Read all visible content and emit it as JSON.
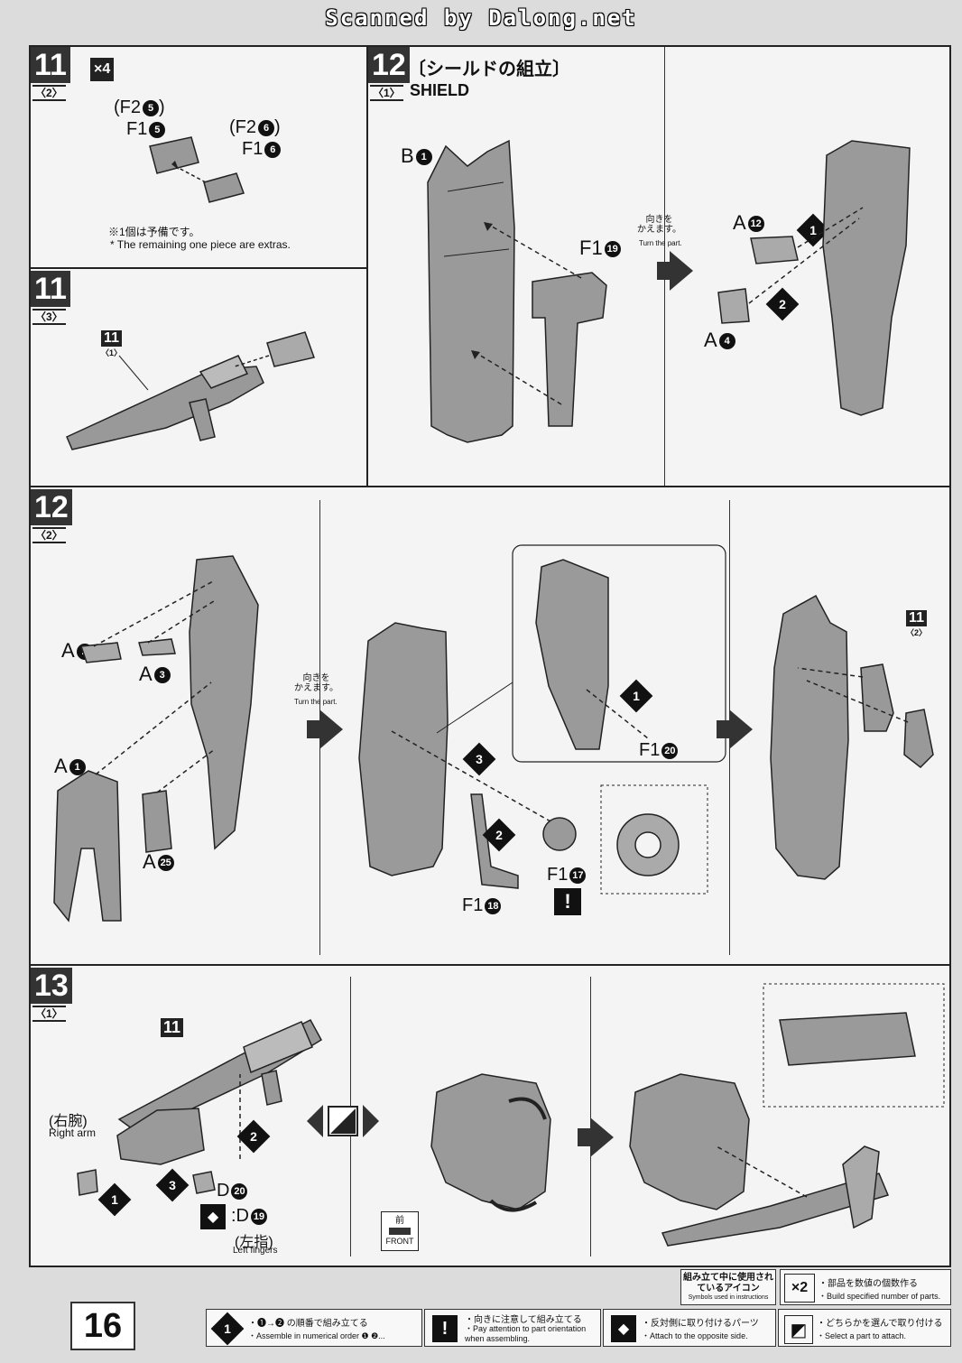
{
  "scanner_watermark": "Scanned by Dalong.net",
  "page_number": "16",
  "panels": {
    "step11_2": {
      "step": "11",
      "sub": "〈2〉",
      "multiplier": "×4",
      "labels": [
        "(F2",
        "F1",
        "(F2",
        "F1"
      ],
      "part_circles": [
        "5",
        "5",
        "6",
        "6"
      ],
      "close_paren": ")",
      "note_jp": "※1個は予備です。",
      "note_en": "* The remaining one piece are extras."
    },
    "step11_3": {
      "step": "11",
      "sub": "〈3〉",
      "ref_step": "11",
      "ref_sub": "〈1〉"
    },
    "step12_1": {
      "step": "12",
      "sub": "〈1〉",
      "title_jp": "〔シールドの組立〕",
      "title_en": "SHIELD",
      "part_b": "B",
      "part_b_num": "1",
      "part_f": "F1",
      "part_f_num": "19",
      "turn_jp": "向きを\nかえます。",
      "turn_en": "Turn the part.",
      "part_a12": "A",
      "part_a12_num": "12",
      "part_a4": "A",
      "part_a4_num": "4",
      "order": [
        "1",
        "2"
      ]
    },
    "step12_2": {
      "step": "12",
      "sub": "〈2〉",
      "parts": [
        {
          "letter": "A",
          "num": "2"
        },
        {
          "letter": "A",
          "num": "3"
        },
        {
          "letter": "A",
          "num": "1"
        },
        {
          "letter": "A",
          "num": "25"
        }
      ],
      "turn_jp": "向きを\nかえます。",
      "turn_en": "Turn the part.",
      "f1_20": {
        "letter": "F1",
        "num": "20"
      },
      "f1_17": {
        "letter": "F1",
        "num": "17"
      },
      "f1_18": {
        "letter": "F1",
        "num": "18"
      },
      "order": [
        "1",
        "2",
        "3"
      ],
      "attention": "!",
      "ref_step": "11",
      "ref_sub": "〈2〉"
    },
    "step13_1": {
      "step": "13",
      "sub": "〈1〉",
      "ref_step": "11",
      "right_arm_jp": "(右腕)",
      "right_arm_en": "Right arm",
      "d20": {
        "letter": "D",
        "num": "20"
      },
      "d19": {
        "letter": ":D",
        "num": "19"
      },
      "left_fingers_jp": "(左指)",
      "left_fingers_en": "Left fingers",
      "order": [
        "1",
        "2",
        "3"
      ],
      "front_jp": "前",
      "front_en": "FRONT"
    }
  },
  "legend": {
    "title_jp": "組み立て中に使用されているアイコン",
    "title_en": "Symbols used in instructions",
    "x2_icon": "×2",
    "x2_jp": "・部品を数値の個数作る",
    "x2_en": "・Build specified number of parts.",
    "items": [
      {
        "icon": "1",
        "jp": "・❶→❷ の順番で組み立てる",
        "en": "・Assemble in numerical order ❶ ❷..."
      },
      {
        "icon": "!",
        "jp": "・向きに注意して組み立てる",
        "en": "・Pay attention to part orientation when assembling."
      },
      {
        "icon": "◆",
        "jp": "・反対側に取り付けるパーツ",
        "en": "・Attach to the opposite side."
      },
      {
        "icon": "◩",
        "jp": "・どちらかを選んで取り付ける",
        "en": "・Select a part to attach."
      }
    ]
  }
}
